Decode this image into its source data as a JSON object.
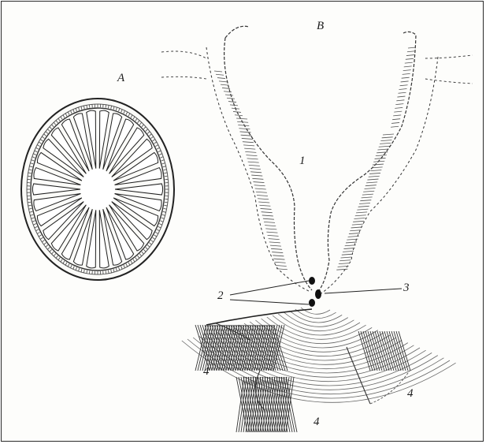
{
  "figure": {
    "labels": {
      "a": "A",
      "b": "B",
      "n1": "1",
      "n2": "2",
      "n3": "3",
      "n4a": "4",
      "n4b": "4",
      "n4c": "4"
    }
  }
}
